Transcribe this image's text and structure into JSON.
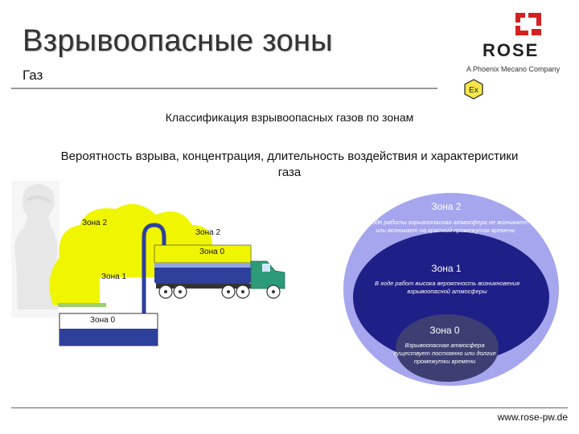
{
  "header": {
    "title": "Взрывоопасные зоны",
    "subtitle": "Газ"
  },
  "logo": {
    "name": "ROSE",
    "tagline": "A Phoenix Mecano Company",
    "ex_mark": "Ex"
  },
  "main": {
    "heading": "Классификация взрывоопасных газов по зонам",
    "description": "Вероятность взрыва, концентрация, длительность воздействия и характеристики газа"
  },
  "diagram": {
    "labels": {
      "cloud_zone2_left": "Зона 2",
      "cloud_zone2_mid": "Зона 2",
      "cloud_zone1": "Зона 1",
      "tank_zone0": "Зона 0",
      "ground_zone0": "Зона 0"
    }
  },
  "zones": {
    "zone2": {
      "title": "Зона 2",
      "text": "В ходе работы взрывоопасная атмосфера не возникает или возникает на краткий промежуток времени"
    },
    "zone1": {
      "title": "Зона 1",
      "text": "В ходе работ высока вероятность возникновения взрывоопасной атмосферы"
    },
    "zone0": {
      "title": "Зона 0",
      "text": "Взрывоопасная атмосфера существует постоянно или долгие промежутки времени"
    }
  },
  "colors": {
    "zone2_fill": "#a6a6ee",
    "zone1_fill": "#1f1f88",
    "zone0_fill": "#3d3f73",
    "cloud_fill": "#f0f500",
    "tank_blue": "#2e3f9c",
    "cab_green": "#2d9a78"
  },
  "footer": {
    "url": "www.rose-pw.de"
  }
}
